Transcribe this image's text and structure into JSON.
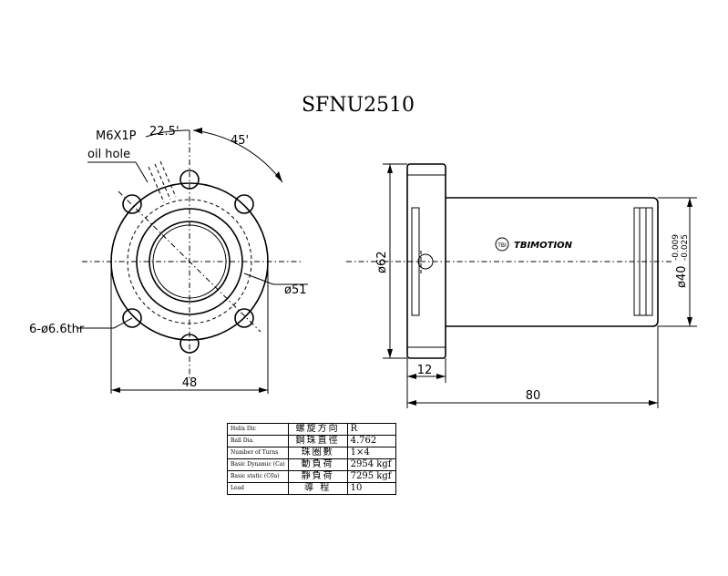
{
  "title": "SFNU2510",
  "front_view": {
    "oil_hole_thread": "M6X1P",
    "oil_hole_label": "oil hole",
    "angle_small": "22.5'",
    "angle_large": "45'",
    "bolt_circle_dia": "ø51",
    "holes_label": "6-ø6.6thr",
    "width_dim": "48"
  },
  "side_view": {
    "flange_dia": "ø62",
    "body_dia": "ø40",
    "tol_upper": "-0.009",
    "tol_lower": "-0.025",
    "flange_thickness": "12",
    "total_length": "80",
    "logo_text": "TBIMOTION"
  },
  "spec_table": [
    {
      "key": "Helix Dir.",
      "zh": "螺旋方向",
      "value": "R"
    },
    {
      "key": "Ball Dia.",
      "zh": "鋼珠直徑",
      "value": "4.762"
    },
    {
      "key": "Number of Turns",
      "zh": "珠圈數",
      "value": "1×4"
    },
    {
      "key": "Basic Dynamic (Ca)",
      "zh": "動負荷",
      "value": "2954 kgf"
    },
    {
      "key": "Basic static (C0a)",
      "zh": "靜負荷",
      "value": "7295 kgf"
    },
    {
      "key": "Lead",
      "zh": "導 程",
      "value": "10"
    }
  ]
}
